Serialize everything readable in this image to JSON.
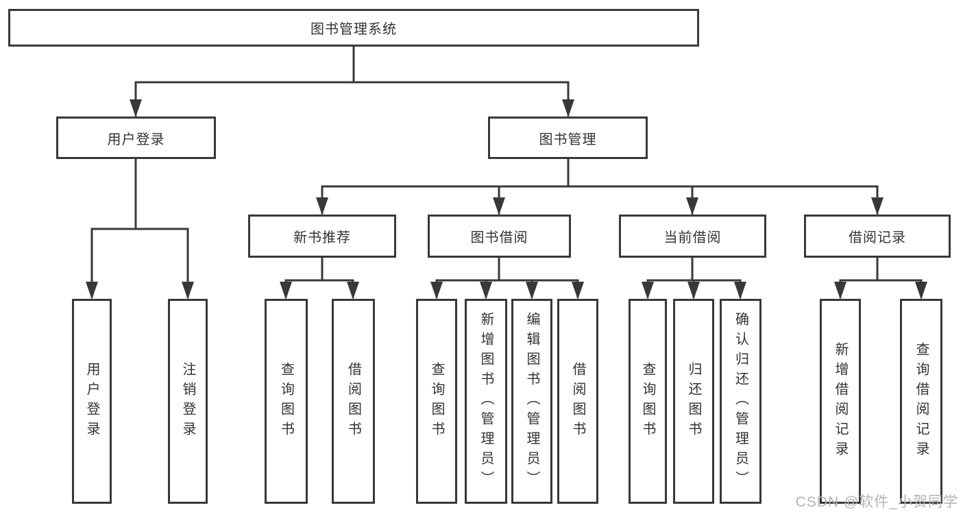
{
  "tree": {
    "label": "图书管理系统",
    "children": [
      {
        "label": "用户登录",
        "children": [
          {
            "label": "用户登录"
          },
          {
            "label": "注销登录"
          }
        ]
      },
      {
        "label": "图书管理",
        "children": [
          {
            "label": "新书推荐",
            "children": [
              {
                "label": "查询图书"
              },
              {
                "label": "借阅图书"
              }
            ]
          },
          {
            "label": "图书借阅",
            "children": [
              {
                "label": "查询图书"
              },
              {
                "label": "新增图书（管理员）"
              },
              {
                "label": "编辑图书（管理员）"
              },
              {
                "label": "借阅图书"
              }
            ]
          },
          {
            "label": "当前借阅",
            "children": [
              {
                "label": "查询图书"
              },
              {
                "label": "归还图书"
              },
              {
                "label": "确认归还（管理员）"
              }
            ]
          },
          {
            "label": "借阅记录",
            "children": [
              {
                "label": "新增借阅记录"
              },
              {
                "label": "查询借阅记录"
              }
            ]
          }
        ]
      }
    ]
  },
  "watermark": {
    "text": "CSDN @软件_小贺同学"
  },
  "colors": {
    "line": "#383838",
    "text": "#333333",
    "watermark": "#b3b3b3",
    "background": "#ffffff"
  }
}
